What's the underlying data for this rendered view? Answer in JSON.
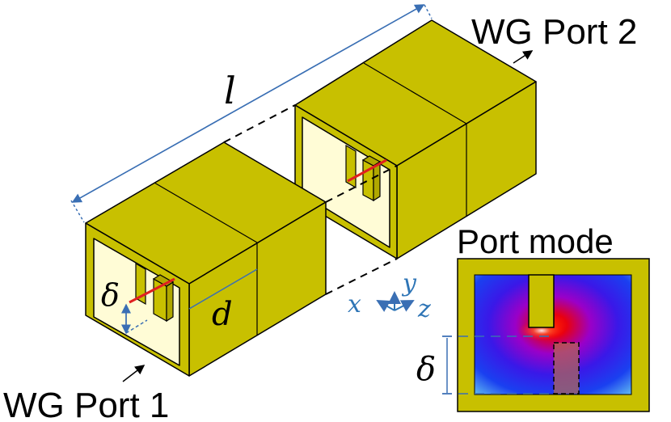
{
  "labels": {
    "port1": "WG Port 1",
    "port2": "WG Port 2",
    "port_mode": "Port mode",
    "length": "l",
    "spacing": "d",
    "offset": "δ",
    "offset_mode": "δ",
    "axis_x": "x",
    "axis_y": "y",
    "axis_z": "z"
  },
  "colors": {
    "metal_face": "#C8C000",
    "metal_dark": "#B0A800",
    "cavity": "#FFFCD6",
    "dimension": "#3A6FB4",
    "axis_text": "#2E75B6",
    "probe": "#E02020",
    "outline": "#000000"
  },
  "icons": [
    "arrow-icon",
    "axis-triad-icon"
  ]
}
